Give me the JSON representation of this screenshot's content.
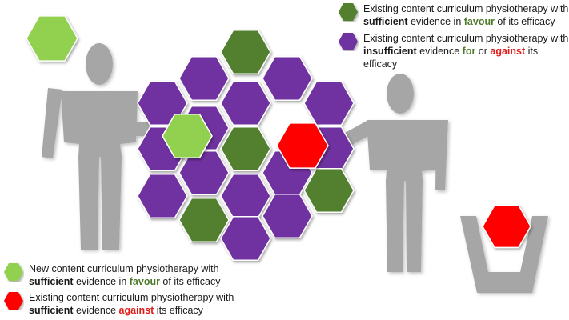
{
  "colors": {
    "dark_green": "#53802e",
    "light_green": "#92d050",
    "purple": "#7030a0",
    "red": "#ff0000",
    "figure_gray": "#a6a6a6"
  },
  "legend": {
    "top1": {
      "line1": "Existing content curriculum physiotherapy with",
      "bold": "sufficient",
      "mid": " evidence in ",
      "accent": "favour",
      "end": " of its efficacy"
    },
    "top2": {
      "line1": "Existing content curriculum physiotherapy with",
      "bold": "insufficient",
      "mid": " evidence ",
      "accent1": "for",
      "mid2": " or ",
      "accent2": "against",
      "end": " its efficacy"
    },
    "bottom1": {
      "line1": "New content curriculum physiotherapy with",
      "bold": "sufficient",
      "mid": " evidence in ",
      "accent": "favour",
      "end": " of its efficacy"
    },
    "bottom2": {
      "line1": "Existing content curriculum physiotherapy with",
      "bold": "sufficient",
      "mid": " evidence ",
      "accent": "against",
      "end": " its efficacy"
    }
  }
}
